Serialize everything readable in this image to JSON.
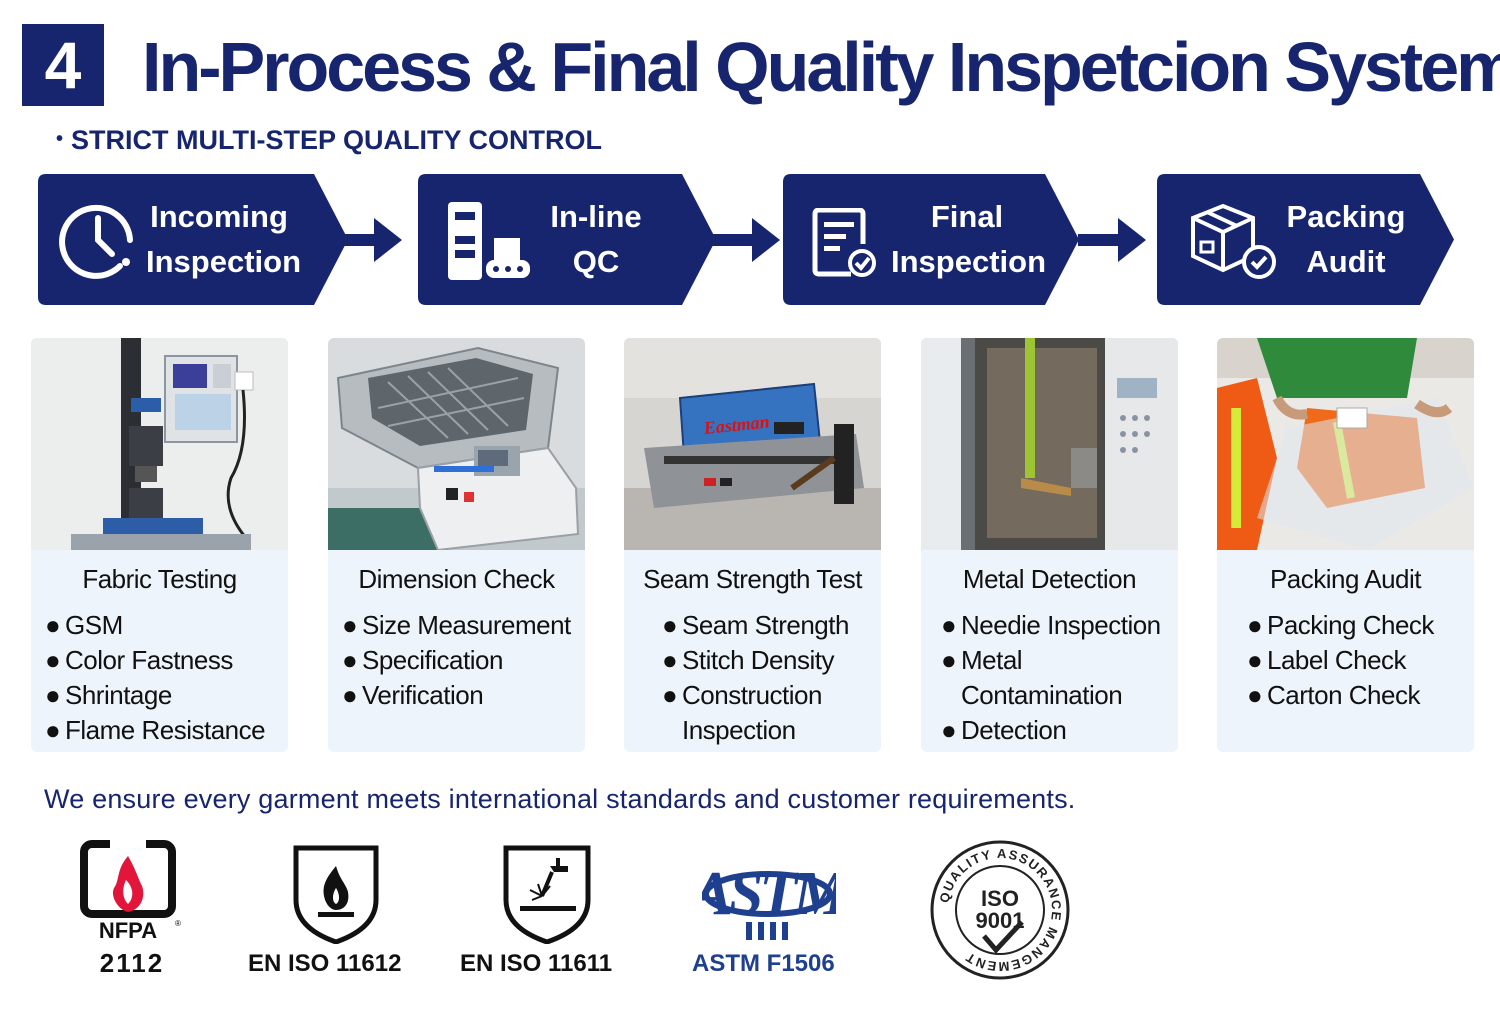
{
  "header": {
    "number": "4",
    "title": "In-Process & Final Quality Inspetcion System",
    "subtitle": "STRICT MULTI-STEP QUALITY CONTROL"
  },
  "steps": [
    {
      "line1": "Incoming",
      "line2": "Inspection",
      "icon": "clock-icon"
    },
    {
      "line1": "In-line",
      "line2": "QC",
      "icon": "machine-conveyor-icon"
    },
    {
      "line1": "Final",
      "line2": "Inspection",
      "icon": "document-check-icon"
    },
    {
      "line1": "Packing",
      "line2": "Audit",
      "icon": "box-check-icon"
    }
  ],
  "cards": [
    {
      "title": "Fabric Testing",
      "items": [
        "GSM",
        "Color Fastness",
        "Shrintage",
        "Flame Resistance"
      ]
    },
    {
      "title": "Dimension Check",
      "items": [
        "Size Measurement",
        "Specification",
        "Verification"
      ]
    },
    {
      "title": "Seam Strength Test",
      "items": [
        "Seam Strength",
        "Stitch Density",
        "Construction",
        "Inspection"
      ]
    },
    {
      "title": "Metal Detection",
      "items": [
        "Needie Inspection",
        "Metal",
        "Contamination",
        "Detection"
      ]
    },
    {
      "title": "Packing Audit",
      "items": [
        "Packing Check",
        "Label Check",
        "Carton Check"
      ]
    }
  ],
  "photo_brand": "Eastman",
  "statement": "We ensure every garment meets international standards and customer requirements.",
  "certifications": [
    {
      "logo_text": "NFPA",
      "label": "2112"
    },
    {
      "label": "EN ISO 11612"
    },
    {
      "label": "EN ISO 11611"
    },
    {
      "logo_text": "ASTM",
      "label": "ASTM F1506"
    },
    {
      "logo_text": "ISO 9001",
      "ring_text": "QUALITY ASSURANCE MANGEMENT"
    }
  ],
  "colors": {
    "navy": "#16256e",
    "card_bg": "#eef4fb"
  }
}
